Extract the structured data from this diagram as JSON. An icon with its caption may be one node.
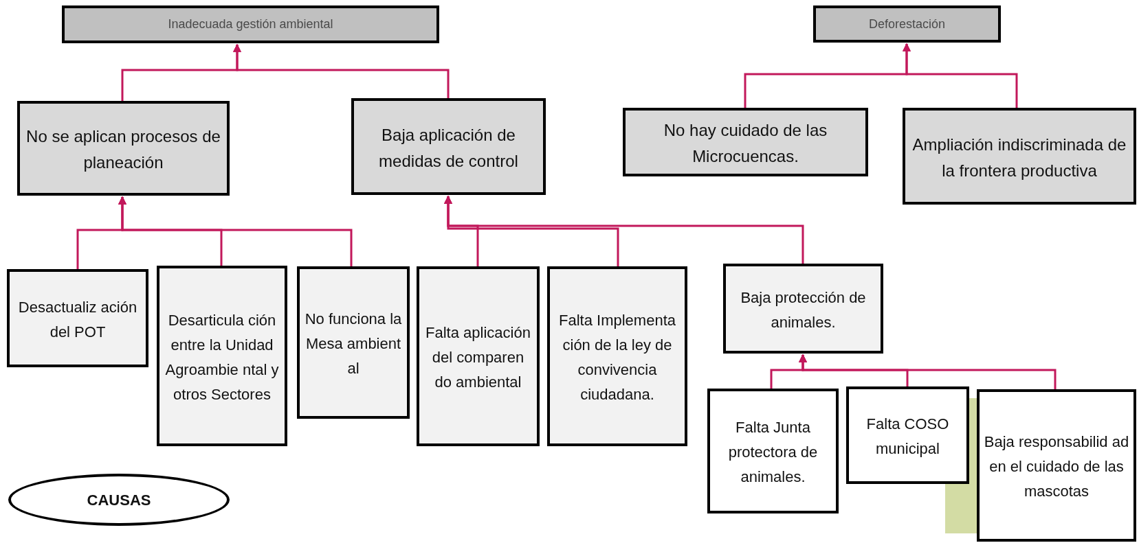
{
  "diagram": {
    "nodes": [
      {
        "text": [
          "Inadecuada gestión ambiental"
        ]
      },
      {
        "text": [
          "Deforestación"
        ]
      },
      {
        "text": [
          "No se aplican procesos de planeación"
        ]
      },
      {
        "text": [
          "Baja aplicación de medidas de control"
        ]
      },
      {
        "text": [
          "No hay cuidado de las Microcuencas."
        ]
      },
      {
        "text": [
          "Ampliación indiscriminada de la frontera productiva"
        ]
      },
      {
        "text": [
          "Desactualiz ación del POT"
        ]
      },
      {
        "text": [
          "Desarticula ción entre la Unidad Agroambie ntal y otros Sectores"
        ]
      },
      {
        "text": [
          "No funciona la Mesa ambient al"
        ]
      },
      {
        "text": [
          "Falta aplicación del comparen do ambiental"
        ]
      },
      {
        "text": [
          "Falta Implementa ción de la ley de convivencia ciudadana."
        ]
      },
      {
        "text": [
          "Baja protección de animales."
        ]
      },
      {
        "text": [
          "Falta Junta protectora de animales."
        ]
      },
      {
        "text": [
          "Falta COSO municipal"
        ]
      },
      {
        "text": [
          "Baja responsabilid ad en el cuidado de las mascotas"
        ]
      },
      {
        "text": [
          "CAUSAS"
        ]
      }
    ],
    "edges": [
      {
        "from": 2,
        "to": 0,
        "arrow": "to"
      },
      {
        "from": 3,
        "to": 0,
        "arrow": "to"
      },
      {
        "from": 4,
        "to": 1,
        "arrow": "to"
      },
      {
        "from": 5,
        "to": 1,
        "arrow": "to"
      },
      {
        "from": 6,
        "to": 2,
        "arrow": "to"
      },
      {
        "from": 7,
        "to": 2,
        "arrow": "to"
      },
      {
        "from": 8,
        "to": 2,
        "arrow": "to"
      },
      {
        "from": 9,
        "to": 3,
        "arrow": "to"
      },
      {
        "from": 10,
        "to": 3,
        "arrow": "to"
      },
      {
        "from": 11,
        "to": 3,
        "arrow": "to"
      },
      {
        "from": 12,
        "to": 11,
        "arrow": "to"
      },
      {
        "from": 13,
        "to": 11,
        "arrow": "to"
      },
      {
        "from": 14,
        "to": 11,
        "arrow": "to"
      }
    ]
  }
}
